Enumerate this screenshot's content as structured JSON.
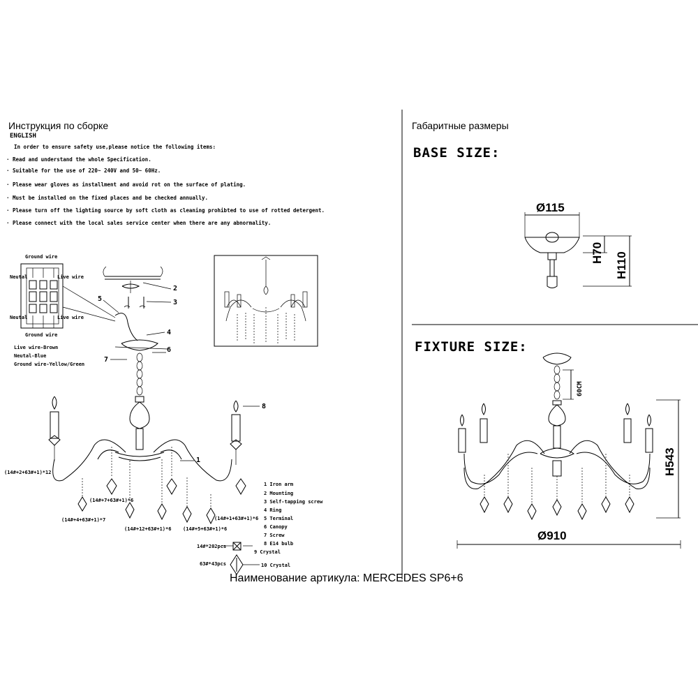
{
  "left": {
    "title": "Инструкция по сборке",
    "lang": "ENGLISH",
    "intro": "In order to ensure safety use,please notice the following items:",
    "items": [
      "· Read and understand the whole Specification.",
      "· Suitable for the use of 220~ 240V and 50~ 60Hz.",
      "· Please wear gloves as installment and avoid rot on the surface of plating.",
      "· Must be installed on the fixed places and be checked annually.",
      "· Please turn off the lighting source by soft cloth as cleaning prohibted to use of rotted detergent.",
      "· Please connect with the local sales service center when there are any abnormality."
    ],
    "wiring": {
      "ground_top": "Ground wire",
      "neutral_top": "Neutal",
      "live_top": "Live wire",
      "neutral_bottom": "Neutal",
      "live_bottom": "Live wire",
      "ground_bottom": "Ground wire",
      "legend": [
        "Live wire-Brown",
        "Neutal-Blue",
        "Ground wire-Yellow/Green"
      ]
    },
    "callouts": [
      "2",
      "3",
      "4",
      "5",
      "6",
      "7",
      "1",
      "8"
    ],
    "strand_labels": [
      "(14#+2+63#+1)*12",
      "(14#+7+63#+1)*6",
      "(14#+4+63#+1)*7",
      "(14#+12+63#+1)*6",
      "(14#+5+63#+1)*6",
      "(14#+1+63#+1)*6"
    ],
    "parts": [
      "1 Iron arm",
      "2 Mounting",
      "3 Self-tapping screw",
      "4 Ring",
      "5 Terminal",
      "6 Canopy",
      "7 Screw",
      "8 E14 bulb"
    ],
    "crystal_9": {
      "qty": "14#*202pcs",
      "label": "9 Crystal"
    },
    "crystal_10": {
      "qty": "63#*43pcs",
      "label": "10 Crystal"
    }
  },
  "right": {
    "title": "Габаритные размеры",
    "base_size": "BASE SIZE:",
    "base_dia": "Ø115",
    "base_h70": "H70",
    "base_h110": "H110",
    "fixture_size": "FIXTURE SIZE:",
    "chain": "60CM",
    "height": "H543",
    "diameter": "Ø910"
  },
  "footer": "Наименование артикула: MERCEDES SP6+6"
}
